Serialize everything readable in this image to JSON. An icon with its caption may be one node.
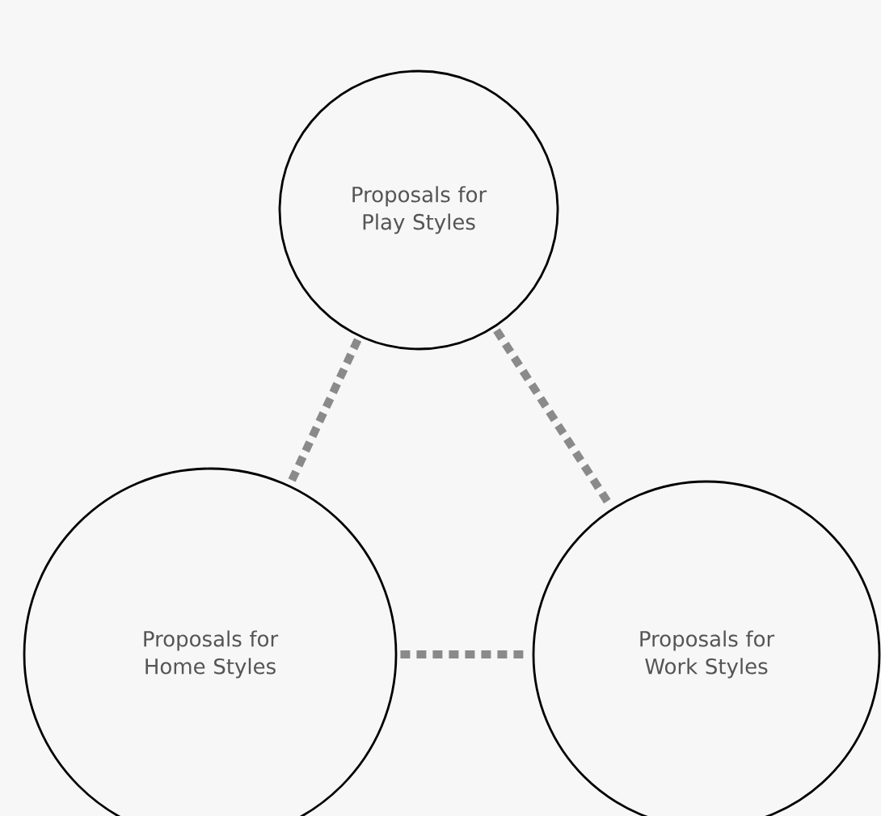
{
  "diagram": {
    "nodes": [
      {
        "text": [
          "Proposals for Play Styles"
        ]
      },
      {
        "text": [
          "Proposals for Home Styles"
        ]
      },
      {
        "text": [
          "Proposals for Work Styles"
        ]
      }
    ],
    "edges": [
      {
        "from": 0,
        "to": 1,
        "arrow": "none",
        "style": "dashed"
      },
      {
        "from": 0,
        "to": 2,
        "arrow": "none",
        "style": "dashed"
      },
      {
        "from": 1,
        "to": 2,
        "arrow": "none",
        "style": "dashed"
      }
    ]
  }
}
